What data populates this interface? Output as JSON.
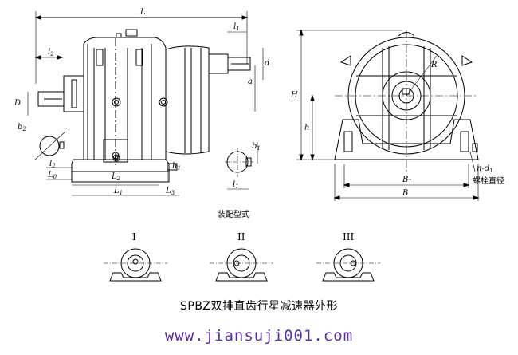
{
  "side_view": {
    "labels": {
      "L": "L",
      "l1": "l",
      "l2": "l",
      "d": "d",
      "a": "a",
      "D": "D",
      "b2": "b",
      "l_2b": "l",
      "L0": "L",
      "L2": "L",
      "L1": "L",
      "L3": "L",
      "h1": "h"
    },
    "subs": {
      "l1": "1",
      "l2": "2",
      "b2": "2",
      "l_2b": "2",
      "L0": "0",
      "L2": "2",
      "L1": "1",
      "L3": "3",
      "h1": "1"
    }
  },
  "section_view": {
    "b1": "b",
    "b1_sub": "1",
    "l1": "l",
    "l1_sub": "1"
  },
  "front_view": {
    "R": "R",
    "H": "H",
    "h": "h",
    "B1": "B",
    "B1_sub": "1",
    "B": "B",
    "n_d1": "n-d",
    "n_d1_sub": "1",
    "bolt_dia": "螺栓直径"
  },
  "assembly_label": "装配型式",
  "variants": [
    {
      "roman": "I"
    },
    {
      "roman": "II"
    },
    {
      "roman": "III"
    }
  ],
  "caption": "SPBZ双排直齿行星减速器外形",
  "footer": "www.jiansuji001.com",
  "colors": {
    "line": "#000000",
    "footer": "#5a2ca8"
  }
}
